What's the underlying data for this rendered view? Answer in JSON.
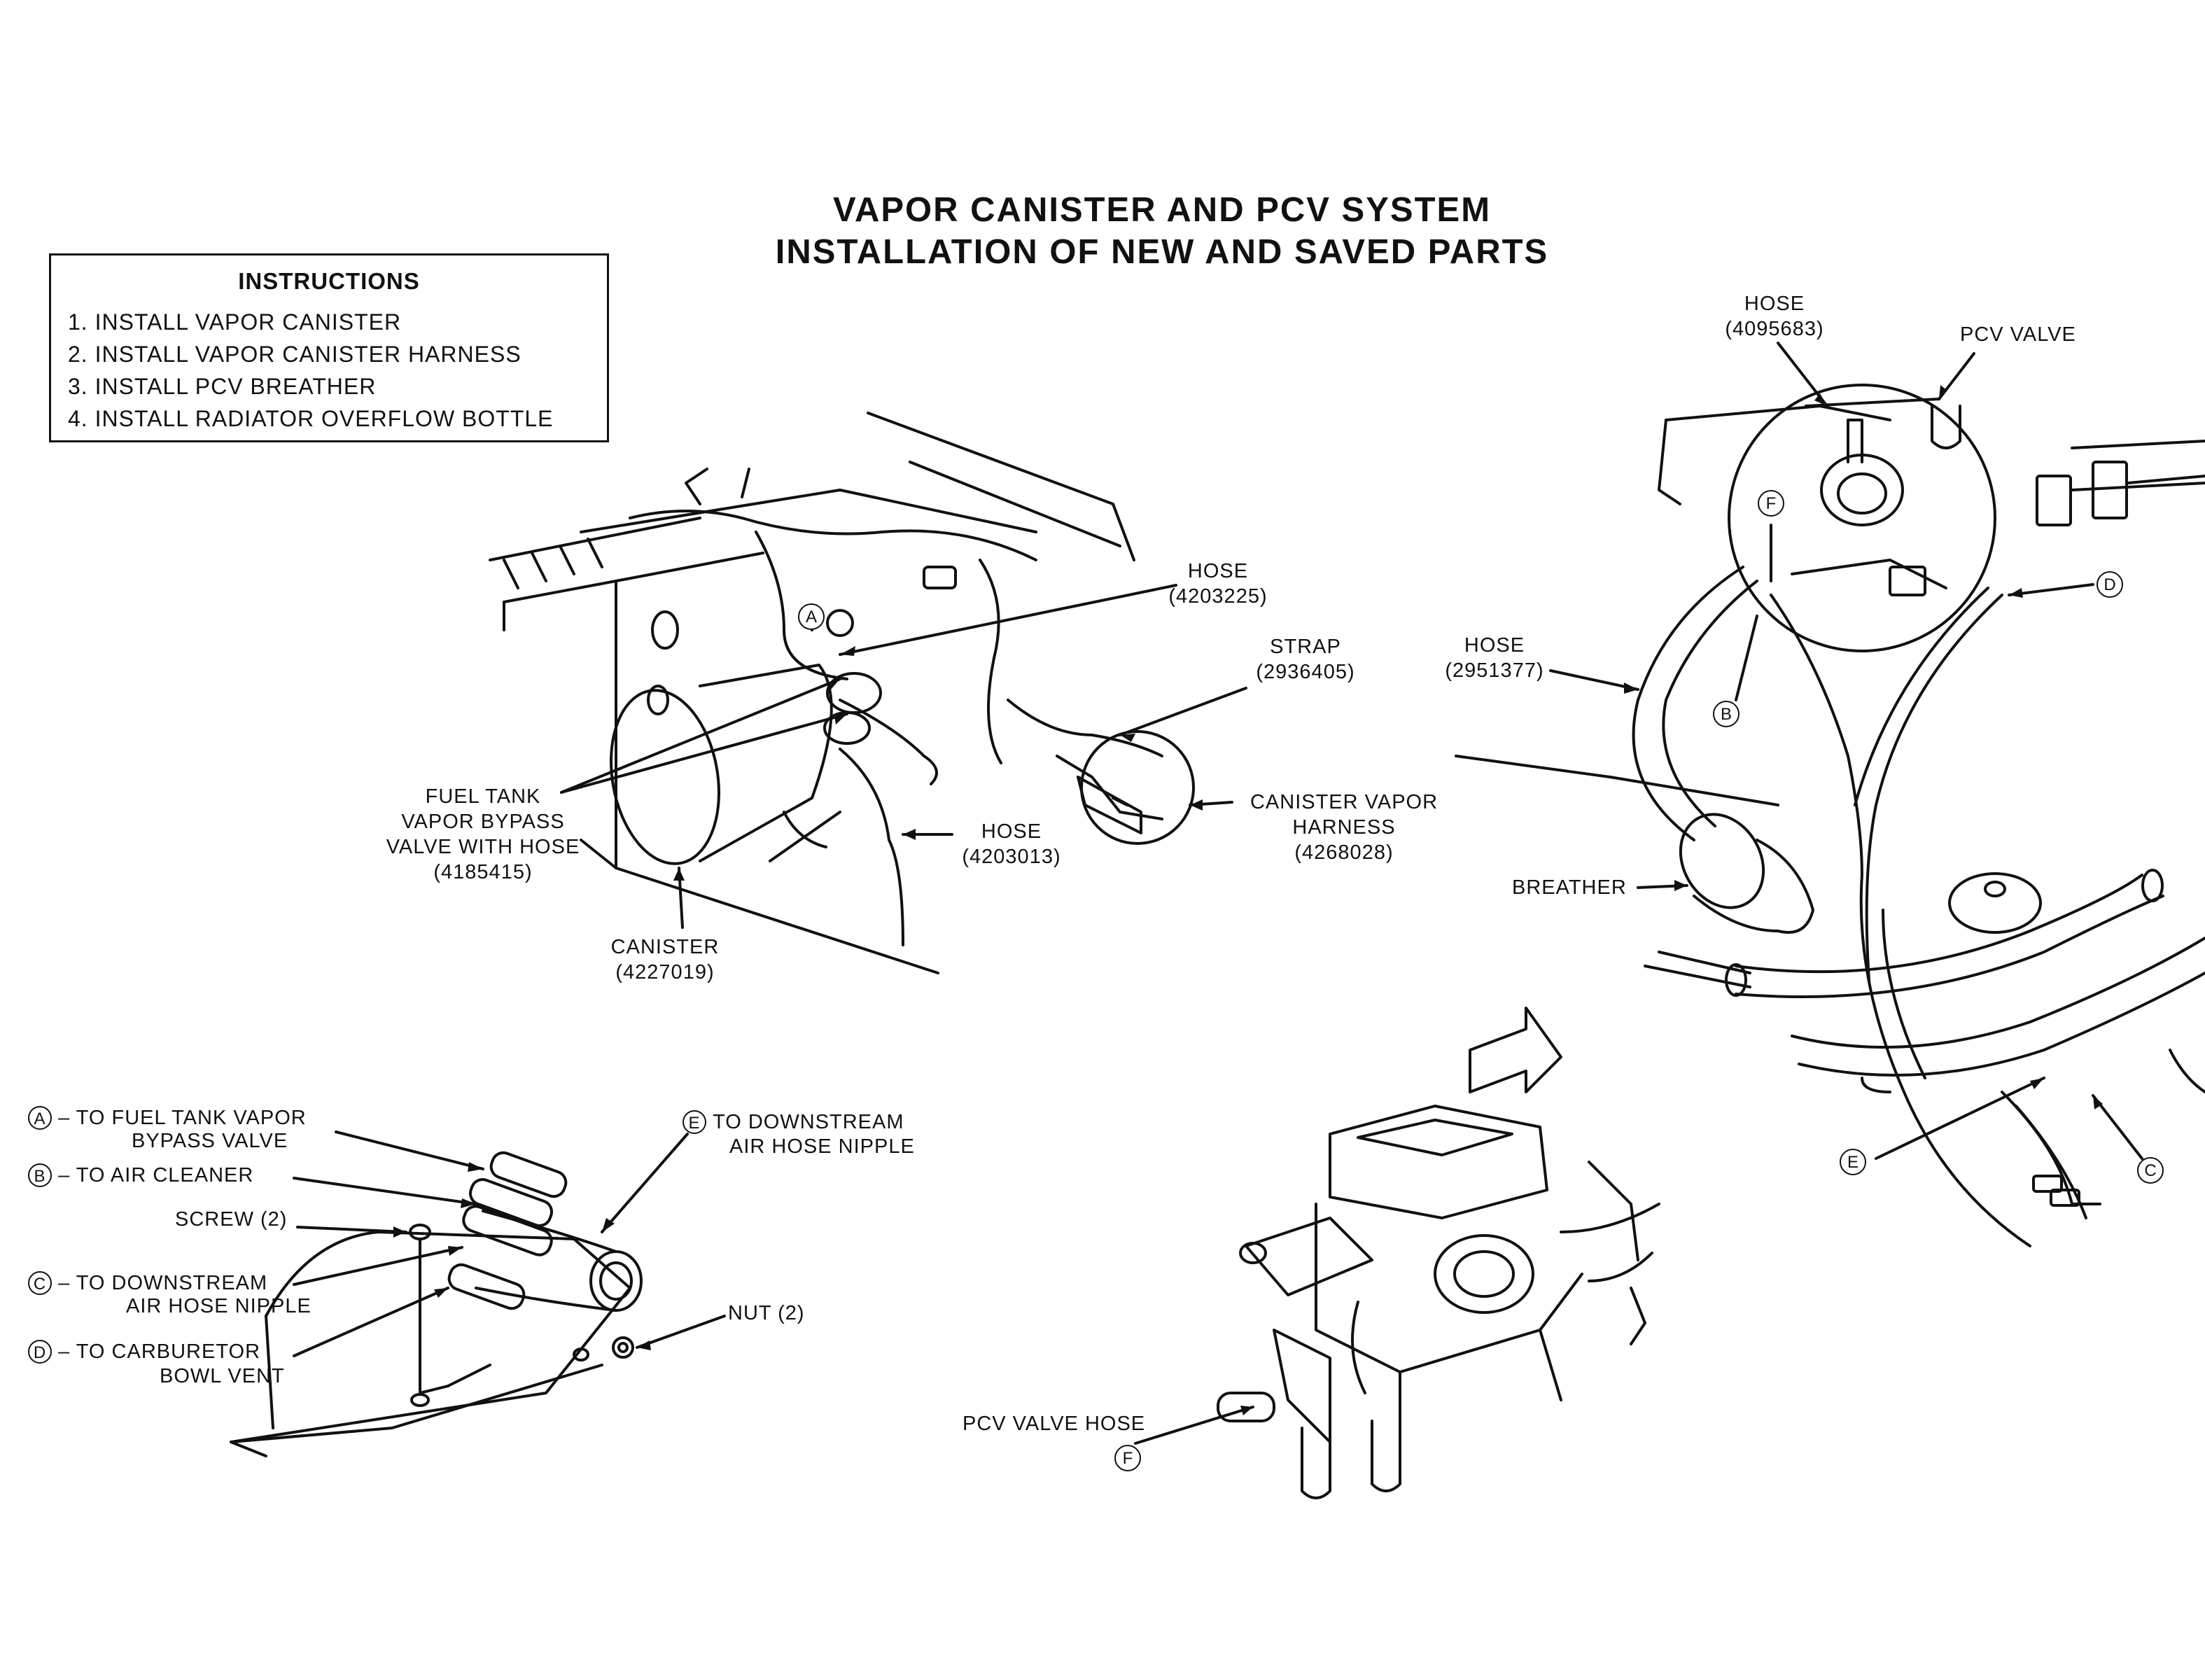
{
  "title": {
    "line1": "VAPOR CANISTER AND PCV SYSTEM",
    "line2": "INSTALLATION OF NEW AND SAVED PARTS"
  },
  "instructions": {
    "heading": "INSTRUCTIONS",
    "items": [
      "1. INSTALL VAPOR CANISTER",
      "2. INSTALL VAPOR CANISTER HARNESS",
      "3. INSTALL PCV BREATHER",
      "4. INSTALL RADIATOR OVERFLOW BOTTLE"
    ]
  },
  "canister_view": {
    "hose_top": {
      "name": "HOSE",
      "part": "(4203225)"
    },
    "strap": {
      "name": "STRAP",
      "part": "(2936405)"
    },
    "harness": {
      "line1": "CANISTER VAPOR",
      "line2": "HARNESS",
      "part": "(4268028)"
    },
    "bypass_valve": {
      "line1": "FUEL TANK",
      "line2": "VAPOR BYPASS",
      "line3": "VALVE WITH HOSE",
      "part": "(4185415)"
    },
    "hose_bottom": {
      "name": "HOSE",
      "part": "(4203013)"
    },
    "canister": {
      "name": "CANISTER",
      "part": "(4227019)"
    },
    "callout_a": "A"
  },
  "pcv_view": {
    "hose_top": {
      "name": "HOSE",
      "part": "(4095683)"
    },
    "pcv_valve": "PCV VALVE",
    "hose_side": {
      "name": "HOSE",
      "part": "(2951377)"
    },
    "breather": "BREATHER",
    "callouts": {
      "f": "F",
      "b": "B",
      "d": "D",
      "e": "E",
      "c": "C"
    }
  },
  "valve_key": {
    "a": {
      "letter": "A",
      "line1": "– TO FUEL TANK VAPOR",
      "line2": "BYPASS VALVE"
    },
    "b": {
      "letter": "B",
      "line1": "– TO AIR CLEANER"
    },
    "screw": "SCREW (2)",
    "c": {
      "letter": "C",
      "line1": "– TO DOWNSTREAM",
      "line2": "AIR HOSE NIPPLE"
    },
    "d": {
      "letter": "D",
      "line1": "– TO CARBURETOR",
      "line2": "BOWL VENT"
    },
    "e": {
      "letter": "E",
      "line1": "TO DOWNSTREAM",
      "line2": "AIR HOSE NIPPLE"
    },
    "nut": "NUT (2)"
  },
  "carb_view": {
    "pcv_hose": "PCV VALVE HOSE",
    "callout_f": "F"
  }
}
